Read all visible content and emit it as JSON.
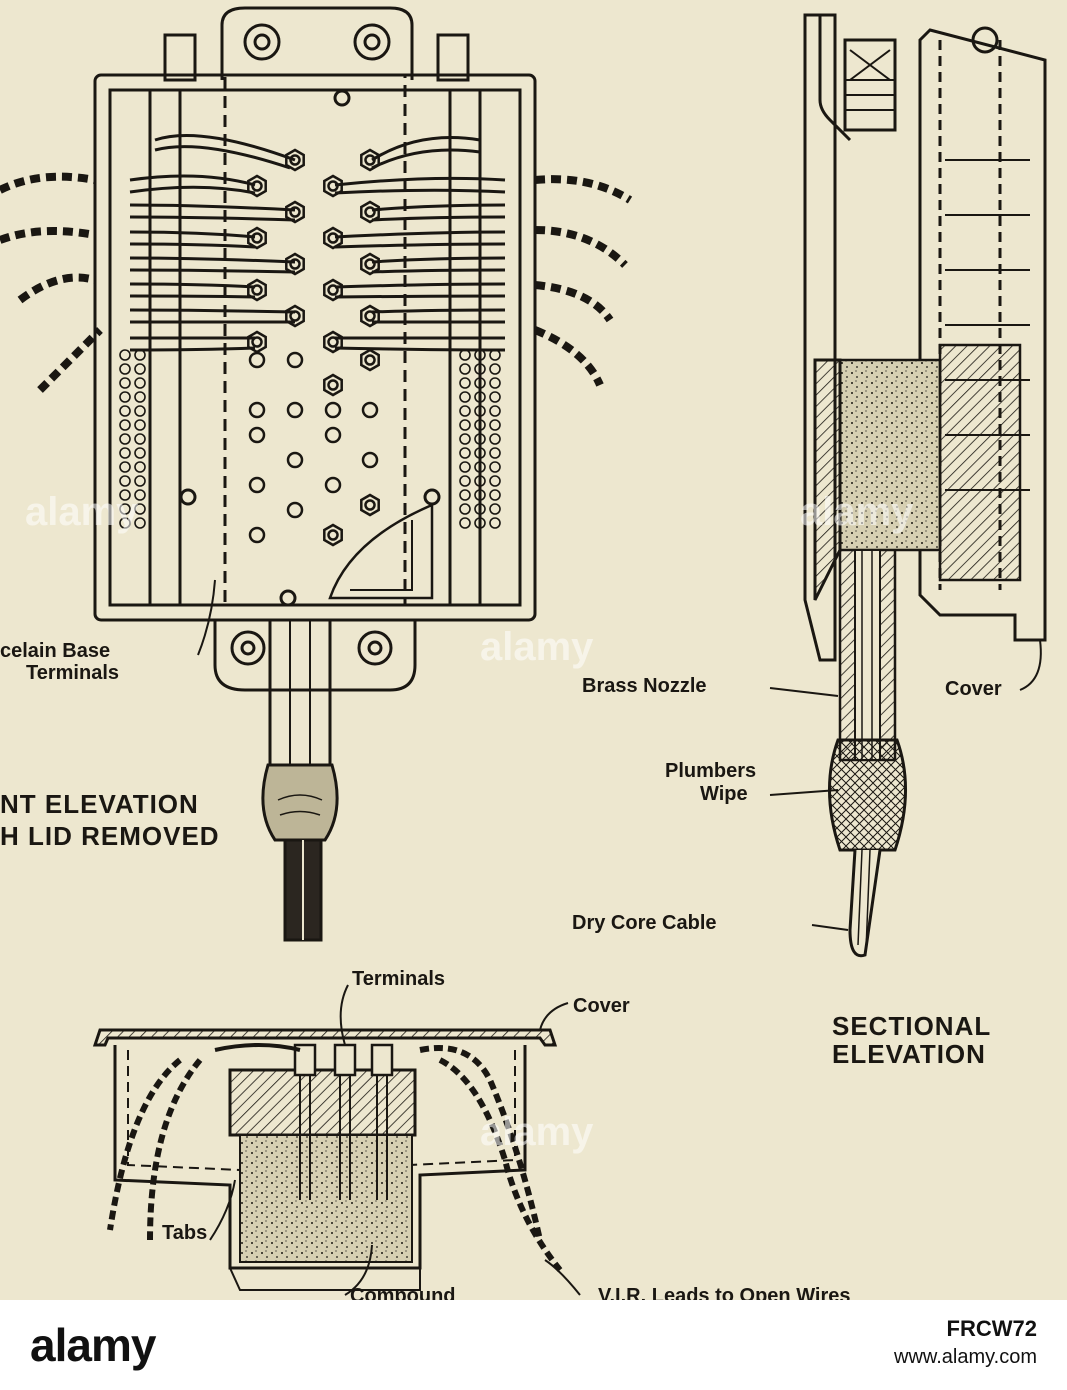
{
  "labels": {
    "porcelain_base": "celain Base",
    "terminals_left": "Terminals",
    "front_elevation_1": "NT ELEVATION",
    "front_elevation_2": "H LID REMOVED",
    "brass_nozzle": "Brass Nozzle",
    "cover_right": "Cover",
    "plumbers": "Plumbers",
    "wipe": "Wipe",
    "dry_core_cable": "Dry Core Cable",
    "terminals_bottom": "Terminals",
    "cover_bottom": "Cover",
    "sectional_1": "SECTIONAL",
    "sectional_2": "ELEVATION",
    "tabs": "Tabs",
    "compound": "Compound",
    "vir_leads": "V.I.R. Leads to Open Wires"
  },
  "watermark": "alamy",
  "footer": {
    "logo": "alamy",
    "image_id": "FRCW72",
    "site": "www.alamy.com"
  },
  "colors": {
    "paper": "#ede7cf",
    "ink": "#1a1712",
    "compound_fill": "#cfc7a8"
  }
}
